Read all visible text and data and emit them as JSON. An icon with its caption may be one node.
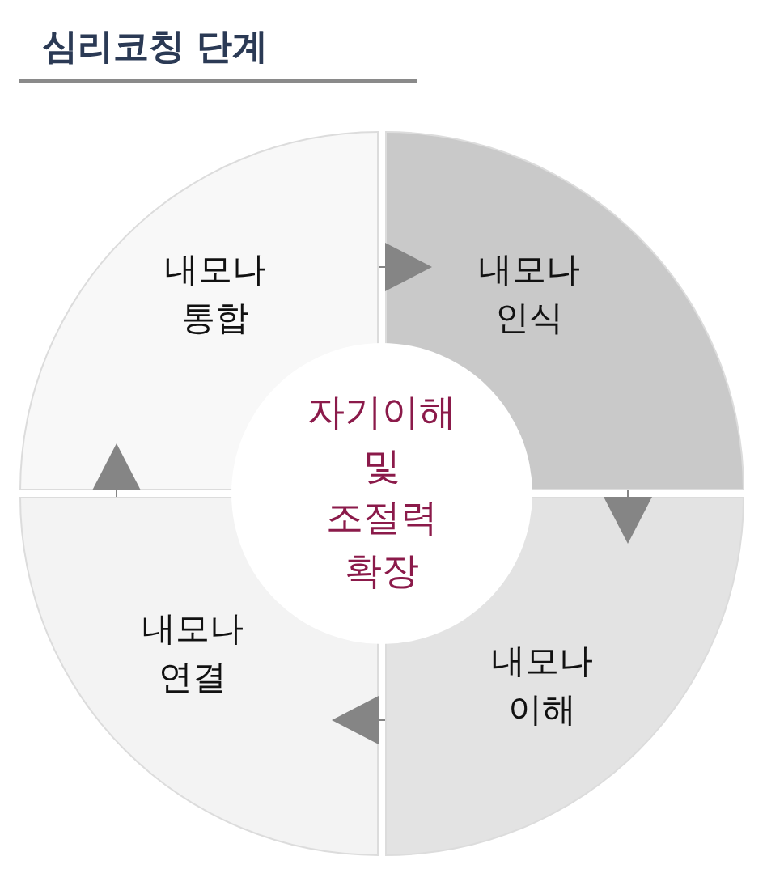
{
  "diagram": {
    "title": "심리코칭 단계",
    "nodes": [
      {
        "text": [
          "내모나 통합"
        ]
      },
      {
        "text": [
          "내모나 인식"
        ]
      },
      {
        "text": [
          "자기이해 및 조절력 확장"
        ]
      },
      {
        "text": [
          "내모나 연결"
        ]
      },
      {
        "text": [
          "내모나 이해"
        ]
      }
    ],
    "edges": [
      {
        "from": 1,
        "to": 4,
        "arrow": "to"
      },
      {
        "from": 4,
        "to": 3,
        "arrow": "to"
      },
      {
        "from": 3,
        "to": 0,
        "arrow": "to"
      },
      {
        "from": 0,
        "to": 1,
        "arrow": "to"
      }
    ]
  }
}
